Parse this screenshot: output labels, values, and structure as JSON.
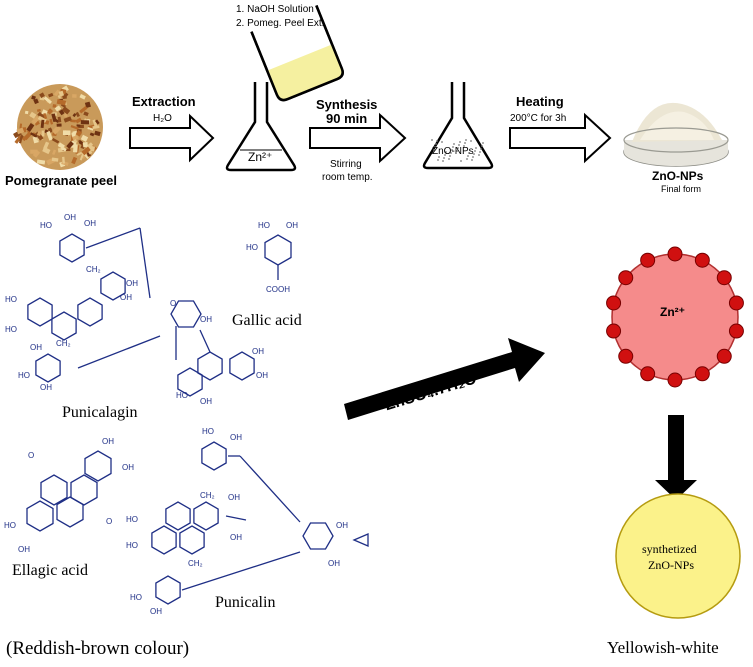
{
  "top_flow": {
    "peel_label": "Pomegranate peel",
    "extraction_label": "Extraction",
    "extraction_sub": "H₂O",
    "beaker_line1": "1. NaOH Solution",
    "beaker_line2": "2. Pomeg. Peel Ext.",
    "flask1_label": "Zn²⁺",
    "synthesis_label": "Synthesis",
    "synthesis_time": "90 min",
    "stirring_label": "Stirring",
    "room_temp_label": "room temp.",
    "flask2_label": "ZnO-NPs",
    "heating_label": "Heating",
    "heating_condition": "200°C for 3h",
    "product_label": "ZnO-NPs",
    "product_sub": "Final form"
  },
  "structures": {
    "punicalagin": "Punicalagin",
    "gallic_acid": "Gallic acid",
    "ellagic_acid": "Ellagic acid",
    "punicalin": "Punicalin",
    "colour_note": "(Reddish-brown colour)"
  },
  "reaction": {
    "reagent": "ZnSO₄.7H₂O"
  },
  "particles": {
    "ion_label": "Zn²⁺",
    "final_line1": "synthetized",
    "final_line2": "ZnO-NPs",
    "final_colour": "Yellowish-white"
  },
  "colors": {
    "structure_ink": "#1f2f86",
    "ion_sphere": "#f58b8b",
    "ion_dot": "#d01010",
    "np_sphere": "#fbf28a",
    "liquid": "#f5f0a0"
  }
}
